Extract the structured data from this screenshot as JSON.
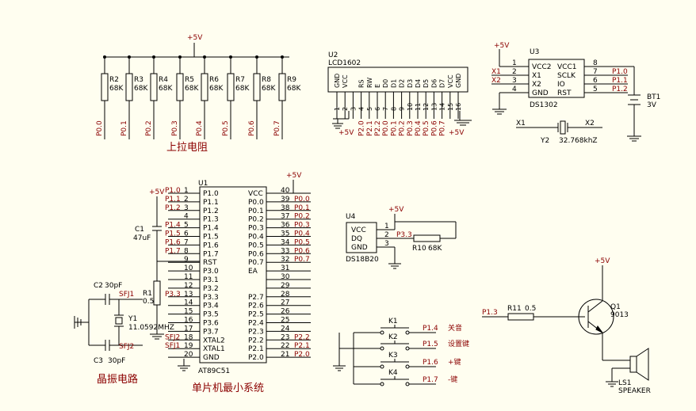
{
  "pullup": {
    "vcc": "+5V",
    "resistors": [
      {
        "ref": "R2",
        "val": "68K",
        "net": "P0.0"
      },
      {
        "ref": "R3",
        "val": "68K",
        "net": "P0.1"
      },
      {
        "ref": "R4",
        "val": "68K",
        "net": "P0.2"
      },
      {
        "ref": "R5",
        "val": "68K",
        "net": "P0.3"
      },
      {
        "ref": "R6",
        "val": "68K",
        "net": "P0.4"
      },
      {
        "ref": "R7",
        "val": "68K",
        "net": "P0.5"
      },
      {
        "ref": "R8",
        "val": "68K",
        "net": "P0.6"
      },
      {
        "ref": "R9",
        "val": "68K",
        "net": "P0.7"
      }
    ],
    "caption": "上拉电阻"
  },
  "lcd": {
    "ref": "U2",
    "part": "LCD1602",
    "pins": [
      "GND",
      "VCC",
      "",
      "RS",
      "RW",
      "E",
      "D0",
      "D1",
      "D2",
      "D3",
      "D4",
      "D5",
      "D6",
      "D7",
      "VCC",
      "GND"
    ],
    "nets": [
      "",
      "",
      "",
      "P2.0",
      "P2.1",
      "P2.2",
      "P0.0",
      "P0.1",
      "P0.2",
      "P0.3",
      "P0.4",
      "P0.5",
      "P0.6",
      "P0.7",
      "",
      ""
    ],
    "vcc_left": "+5V",
    "vcc_right": "+5V"
  },
  "rtc": {
    "ref": "U3",
    "part": "DS1302",
    "vcc": "+5V",
    "left_pins": [
      {
        "num": "1",
        "name": "VCC2",
        "net": ""
      },
      {
        "num": "2",
        "name": "X1",
        "net": "X1"
      },
      {
        "num": "3",
        "name": "X2",
        "net": "X2"
      },
      {
        "num": "4",
        "name": "GND",
        "net": ""
      }
    ],
    "right_pins": [
      {
        "num": "8",
        "name": "VCC1",
        "net": ""
      },
      {
        "num": "7",
        "name": "SCLK",
        "net": "P1.0"
      },
      {
        "num": "6",
        "name": "IO",
        "net": "P1.1"
      },
      {
        "num": "5",
        "name": "RST",
        "net": "P1.2"
      }
    ],
    "battery": {
      "ref": "BT1",
      "val": "3V"
    },
    "crystal": {
      "ref": "Y2",
      "val": "32.768khZ",
      "a": "X1",
      "b": "X2"
    }
  },
  "mcu": {
    "ref": "U1",
    "part": "AT89C51",
    "vcc": "+5V",
    "left_pins": [
      {
        "num": "1",
        "name": "P1.0",
        "net": "P1.0"
      },
      {
        "num": "2",
        "name": "P1.1",
        "net": "P1.1"
      },
      {
        "num": "3",
        "name": "P1.2",
        "net": "P1.2"
      },
      {
        "num": "4",
        "name": "P1.3",
        "net": ""
      },
      {
        "num": "5",
        "name": "P1.4",
        "net": "P1.4"
      },
      {
        "num": "6",
        "name": "P1.5",
        "net": "P1.5"
      },
      {
        "num": "7",
        "name": "P1.6",
        "net": "P1.6"
      },
      {
        "num": "8",
        "name": "P1.7",
        "net": "P1.7"
      },
      {
        "num": "9",
        "name": "RST",
        "net": ""
      },
      {
        "num": "10",
        "name": "P3.0",
        "net": ""
      },
      {
        "num": "11",
        "name": "P3.1",
        "net": ""
      },
      {
        "num": "12",
        "name": "P3.2",
        "net": ""
      },
      {
        "num": "13",
        "name": "P3.3",
        "net": "P3.3"
      },
      {
        "num": "14",
        "name": "P3.4",
        "net": ""
      },
      {
        "num": "15",
        "name": "P3.5",
        "net": ""
      },
      {
        "num": "16",
        "name": "P3.6",
        "net": ""
      },
      {
        "num": "17",
        "name": "P3.7",
        "net": ""
      },
      {
        "num": "18",
        "name": "XTAL2",
        "net": "SFJ2"
      },
      {
        "num": "19",
        "name": "XTAL1",
        "net": "SFJ1"
      },
      {
        "num": "20",
        "name": "GND",
        "net": ""
      }
    ],
    "right_pins": [
      {
        "num": "40",
        "name": "VCC",
        "net": ""
      },
      {
        "num": "39",
        "name": "P0.0",
        "net": "P0.0"
      },
      {
        "num": "38",
        "name": "P0.1",
        "net": "P0.1"
      },
      {
        "num": "37",
        "name": "P0.2",
        "net": "P0.2"
      },
      {
        "num": "36",
        "name": "P0.3",
        "net": "P0.3"
      },
      {
        "num": "35",
        "name": "P0.4",
        "net": "P0.4"
      },
      {
        "num": "34",
        "name": "P0.5",
        "net": "P0.5"
      },
      {
        "num": "33",
        "name": "P0.6",
        "net": "P0.6"
      },
      {
        "num": "32",
        "name": "P0.7",
        "net": "P0.7"
      },
      {
        "num": "31",
        "name": "EA",
        "net": ""
      },
      {
        "num": "30",
        "name": "",
        "net": ""
      },
      {
        "num": "29",
        "name": "",
        "net": ""
      },
      {
        "num": "28",
        "name": "P2.7",
        "net": ""
      },
      {
        "num": "27",
        "name": "P2.6",
        "net": ""
      },
      {
        "num": "26",
        "name": "P2.5",
        "net": ""
      },
      {
        "num": "25",
        "name": "P2.4",
        "net": ""
      },
      {
        "num": "24",
        "name": "P2.3",
        "net": ""
      },
      {
        "num": "23",
        "name": "P2.2",
        "net": "P2.2"
      },
      {
        "num": "22",
        "name": "P2.1",
        "net": "P2.1"
      },
      {
        "num": "21",
        "name": "P2.0",
        "net": "P2.0"
      }
    ],
    "caption": "单片机最小系统",
    "reset_vcc": "+5V",
    "c1": {
      "ref": "C1",
      "val": "47uF"
    },
    "r1": {
      "ref": "R1",
      "val": "0.5"
    }
  },
  "osc": {
    "c2": {
      "ref": "C2",
      "val": "30pF"
    },
    "c3": {
      "ref": "C3",
      "val": "30pF"
    },
    "y1": {
      "ref": "Y1",
      "val": "11.0592MHZ"
    },
    "sfj1": "SFJ1",
    "sfj2": "SFJ2",
    "caption": "晶振电路"
  },
  "ds18b20": {
    "ref": "U4",
    "part": "DS18B20",
    "vcc": "+5V",
    "pins": [
      {
        "num": "1",
        "name": "VCC"
      },
      {
        "num": "2",
        "name": "DQ"
      },
      {
        "num": "3",
        "name": "GND"
      }
    ],
    "net": "P3.3",
    "resistor": {
      "ref": "R10",
      "val": "68K"
    }
  },
  "keys": [
    {
      "ref": "K1",
      "net": "P1.4",
      "label": "关音"
    },
    {
      "ref": "K2",
      "net": "P1.5",
      "label": "设置键"
    },
    {
      "ref": "K3",
      "net": "P1.6",
      "label": "+键"
    },
    {
      "ref": "K4",
      "net": "P1.7",
      "label": "-键"
    }
  ],
  "speaker": {
    "net": "P1.3",
    "r": {
      "ref": "R11",
      "val": "0.5"
    },
    "q": {
      "ref": "Q1",
      "val": "9013"
    },
    "vcc": "+5V",
    "ls": {
      "ref": "LS1",
      "val": "SPEAKER"
    }
  }
}
